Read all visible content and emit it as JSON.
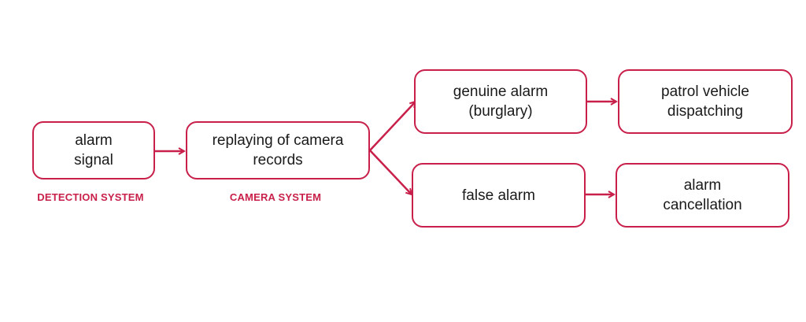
{
  "colors": {
    "accent": "#c8204a",
    "text": "#1a1a1a",
    "background": "#ffffff"
  },
  "nodes": {
    "alarm_signal": [
      "alarm",
      "signal"
    ],
    "replaying": [
      "replaying of camera",
      "records"
    ],
    "genuine_alarm": [
      "genuine alarm",
      "(burglary)"
    ],
    "false_alarm": [
      "false alarm"
    ],
    "patrol": [
      "patrol vehicle",
      "dispatching"
    ],
    "cancellation": [
      "alarm",
      "cancellation"
    ]
  },
  "labels": {
    "detection_system": "DETECTION SYSTEM",
    "camera_system": "CAMERA SYSTEM"
  }
}
